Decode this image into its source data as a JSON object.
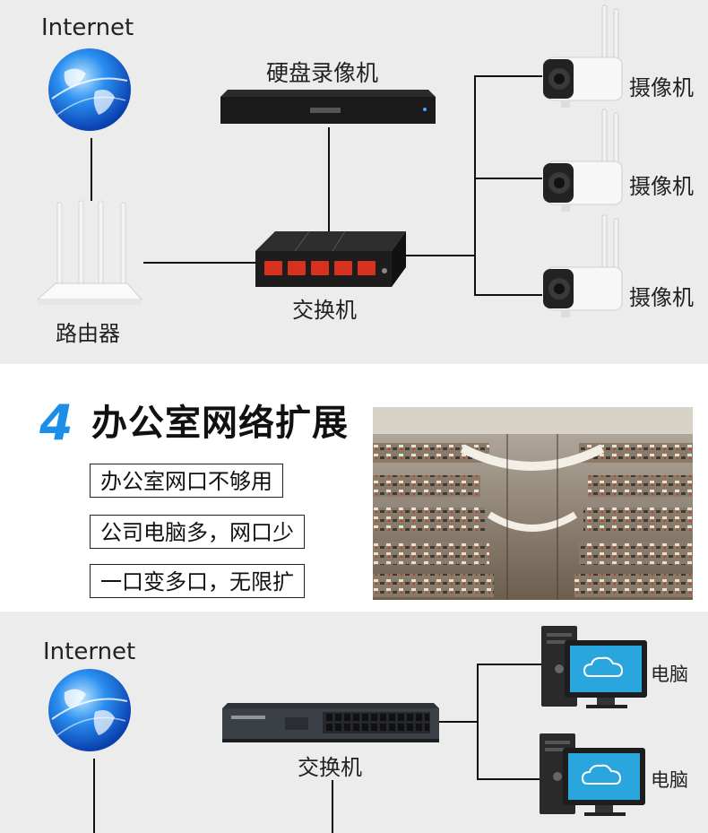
{
  "top": {
    "internet": "Internet",
    "nvr": "硬盘录像机",
    "switch": "交换机",
    "router": "路由器",
    "cameras": [
      "摄像机",
      "摄像机",
      "摄像机"
    ]
  },
  "section4": {
    "number": "4",
    "title": "办公室网络扩展",
    "features": [
      "办公室网口不够用",
      "公司电脑多，网口少",
      "一口变多口，无限扩"
    ]
  },
  "bottom": {
    "internet": "Internet",
    "switch": "交换机",
    "computers": [
      "电脑",
      "电脑"
    ]
  },
  "colors": {
    "accent": "#1a8ee8",
    "panel": "#ececec",
    "port_red": "#d8321f"
  },
  "icons": {
    "globe": "globe-icon",
    "router": "router-icon",
    "nvr": "nvr-icon",
    "switch": "switch-icon",
    "camera": "camera-icon",
    "computer": "computer-icon"
  }
}
